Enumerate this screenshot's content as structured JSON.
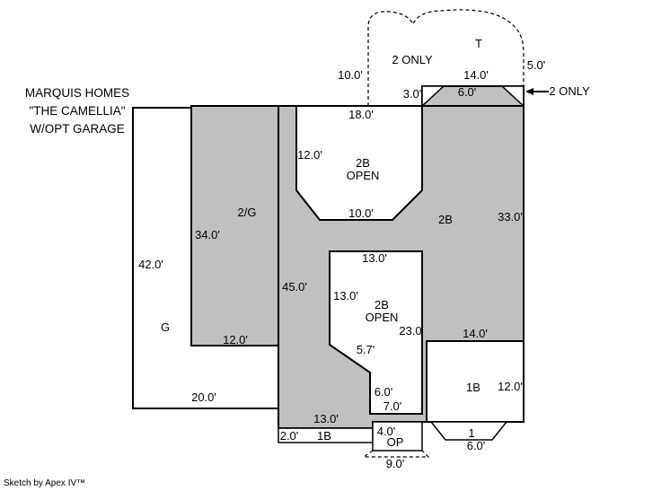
{
  "title": {
    "line1": "MARQUIS HOMES",
    "line2": "\"THE CAMELLIA\"",
    "line3": "W/OPT GARAGE"
  },
  "credit": "Sketch by Apex IV™",
  "colors": {
    "area_fill": "#c0c0c0",
    "line": "#000000",
    "background": "#ffffff"
  },
  "labels": [
    {
      "id": "dashed-left-height",
      "text": "10.0'"
    },
    {
      "id": "two-only-left",
      "text": "2 ONLY"
    },
    {
      "id": "terrace",
      "text": "T"
    },
    {
      "id": "top-width",
      "text": "14.0'"
    },
    {
      "id": "dashed-right-height",
      "text": "5.0'"
    },
    {
      "id": "bevel-left-height",
      "text": "3.0'"
    },
    {
      "id": "top-middle-width",
      "text": "6.0'"
    },
    {
      "id": "two-only-right",
      "text": "2 ONLY"
    },
    {
      "id": "open-top-width",
      "text": "18.0'"
    },
    {
      "id": "open-top-height",
      "text": "12.0'"
    },
    {
      "id": "open-top-area-code",
      "text": "2B"
    },
    {
      "id": "open-top-area-open",
      "text": "OPEN"
    },
    {
      "id": "open-top-bottom-width",
      "text": "10.0'"
    },
    {
      "id": "right-area-code",
      "text": "2B"
    },
    {
      "id": "right-height",
      "text": "33.0'"
    },
    {
      "id": "garage-2story-code",
      "text": "2/G"
    },
    {
      "id": "garage-2story-height",
      "text": "34.0'"
    },
    {
      "id": "open-mid-top-width",
      "text": "13.0'"
    },
    {
      "id": "garage-height",
      "text": "42.0'"
    },
    {
      "id": "middle-height",
      "text": "45.0'"
    },
    {
      "id": "open-mid-left-height",
      "text": "13.0'"
    },
    {
      "id": "open-mid-area-code",
      "text": "2B"
    },
    {
      "id": "open-mid-area-open",
      "text": "OPEN"
    },
    {
      "id": "open-mid-right-height",
      "text": "23.0"
    },
    {
      "id": "right-bottom-width",
      "text": "14.0'"
    },
    {
      "id": "garage-code",
      "text": "G"
    },
    {
      "id": "garage-2story-bottom-width",
      "text": "12.0'"
    },
    {
      "id": "open-mid-diagonal",
      "text": "5.7'"
    },
    {
      "id": "one-story-right-code",
      "text": "1B"
    },
    {
      "id": "one-story-right-height",
      "text": "12.0'"
    },
    {
      "id": "garage-bottom-width",
      "text": "20.0'"
    },
    {
      "id": "open-mid-step-height",
      "text": "6.0'"
    },
    {
      "id": "open-mid-bottom-width",
      "text": "7.0'"
    },
    {
      "id": "middle-bottom-width",
      "text": "13.0'"
    },
    {
      "id": "strip-height",
      "text": "2.0'"
    },
    {
      "id": "strip-code",
      "text": "1B"
    },
    {
      "id": "porch-height",
      "text": "4.0'"
    },
    {
      "id": "porch-code",
      "text": "OP"
    },
    {
      "id": "step-code",
      "text": "1"
    },
    {
      "id": "step-width",
      "text": "6.0'"
    },
    {
      "id": "porch-dashed-width",
      "text": "9.0'"
    }
  ]
}
